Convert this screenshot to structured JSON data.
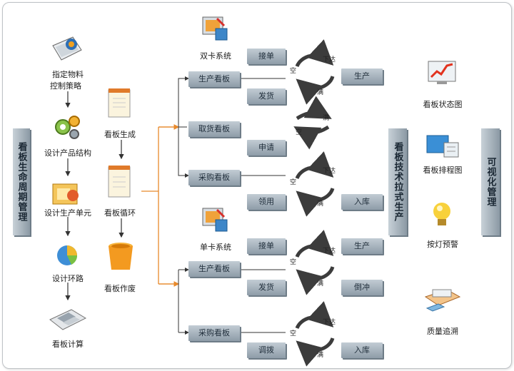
{
  "left_bar": "看板生命周期管理",
  "lifecycle_steps": [
    "指定物料控制策略",
    "设计产品结构",
    "设计生产单元",
    "设计环路",
    "看板计算"
  ],
  "kanban_steps": [
    "看板生成",
    "看板循环",
    "看板作废"
  ],
  "dual_system": {
    "label": "双卡系统",
    "production": {
      "label": "生产看板",
      "top": "接单",
      "bottom": "发货",
      "right": "生产",
      "up": "下达",
      "left": "空",
      "down": "满"
    },
    "withdraw": {
      "label": "取货看板",
      "bottom": "申请",
      "up": "满",
      "left": "空"
    },
    "purchase": {
      "label": "采购看板",
      "bottom": "领用",
      "right": "入库",
      "up": "下达",
      "left": "空",
      "down": "满"
    }
  },
  "single_system": {
    "label": "单卡系统",
    "production": {
      "label": "生产看板",
      "top": "接单",
      "bottom": "发货",
      "right_top": "生产",
      "right_bottom": "倒冲",
      "up": "下达",
      "left": "空",
      "down": "满"
    },
    "purchase": {
      "label": "采购看板",
      "bottom": "调拨",
      "right": "入库",
      "up": "下达",
      "left": "空",
      "down": "满"
    }
  },
  "middle_bar": "看板技术拉式生产",
  "right_bar": "可视化管理",
  "visual_items": [
    "看板状态图",
    "看板排程图",
    "按灯预警",
    "质量追溯"
  ],
  "colors": {
    "connector_orange": "#e8892b",
    "connector_dark": "#333333",
    "cycle_arrow": "#3c3c3c",
    "box_top": "#c2ccd4",
    "box_bottom": "#8e9ca8"
  }
}
